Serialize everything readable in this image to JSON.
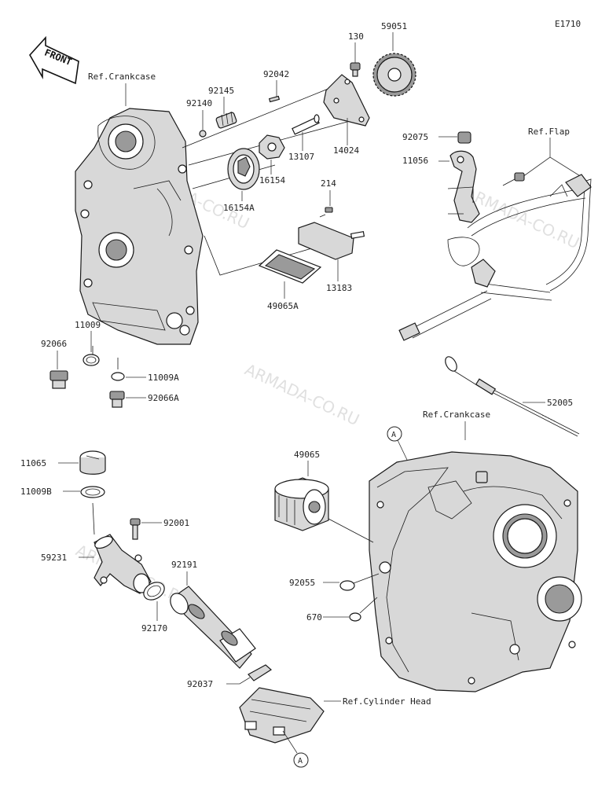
{
  "diagram_code": "E1710",
  "front_label": "FRONT",
  "watermark": "ARMADA-CO.RU",
  "callout_letter": "A",
  "refs": {
    "crankcase_top": "Ref.Crankcase",
    "crankcase_bottom": "Ref.Crankcase",
    "flap": "Ref.Flap",
    "cylinder_head": "Ref.Cylinder Head"
  },
  "parts": {
    "p130": "130",
    "p59051": "59051",
    "p92042": "92042",
    "p92145": "92145",
    "p92140": "92140",
    "p14024": "14024",
    "p13107": "13107",
    "p16154": "16154",
    "p16154A": "16154A",
    "p214": "214",
    "p13183": "13183",
    "p49065A": "49065A",
    "p92075": "92075",
    "p11056": "11056",
    "p11009": "11009",
    "p92066": "92066",
    "p11009A": "11009A",
    "p92066A": "92066A",
    "p52005": "52005",
    "p49065": "49065",
    "p11065": "11065",
    "p11009B": "11009B",
    "p92001": "92001",
    "p59231": "59231",
    "p92191": "92191",
    "p92170": "92170",
    "p92055": "92055",
    "p670": "670",
    "p92037": "92037"
  }
}
